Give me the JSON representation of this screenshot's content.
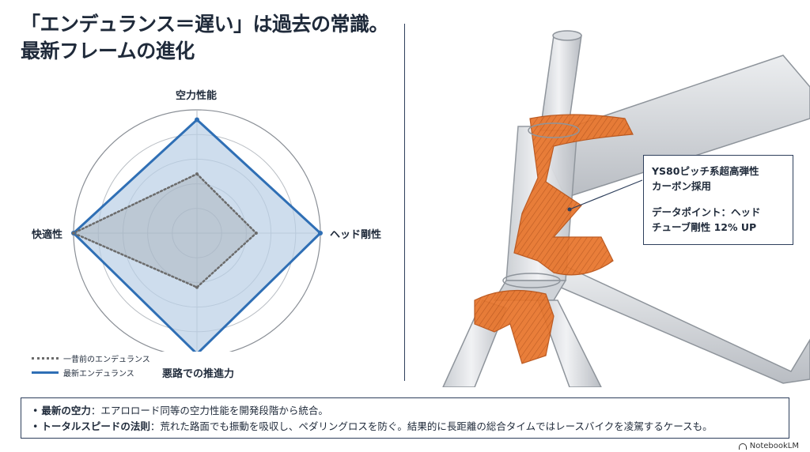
{
  "title": {
    "line1": "「エンデュランス＝遅い」は過去の常識。",
    "line2": "最新フレームの進化"
  },
  "chart_data": {
    "type": "radar",
    "axes": [
      "空力性能",
      "ヘッド剛性",
      "悪路での推進力",
      "快適性"
    ],
    "range": [
      0,
      5
    ],
    "grid_rings": 5,
    "series": [
      {
        "name": "一昔前のエンデュランス",
        "values": [
          2.4,
          2.4,
          2.2,
          5.0
        ],
        "style": "dotted",
        "color": "#6b6b6b"
      },
      {
        "name": "最新エンデュランス",
        "values": [
          4.6,
          5.0,
          4.9,
          5.0
        ],
        "style": "solid",
        "color": "#2f6fb5"
      }
    ]
  },
  "callout": {
    "line1": "YS80ピッチ系超高弾性",
    "line2": "カーボン採用",
    "line3": "データポイント：ヘッド",
    "line4": "チューブ剛性 12% UP"
  },
  "notes": [
    {
      "bullet": "•",
      "label": "最新の空力",
      "sep": "：",
      "text": "エアロロード同等の空力性能を開発段階から統合。"
    },
    {
      "bullet": "•",
      "label": "トータルスピードの法則",
      "sep": "：",
      "text": "荒れた路面でも振動を吸収し、ペダリングロスを防ぐ。結果的に長距離の総合タイムではレースバイクを凌駕するケースも。"
    }
  ],
  "brand": "NotebookLM",
  "colors": {
    "accent": "#2f6fb5",
    "fill": "#b9cfe6",
    "carbon": "#e8742a",
    "ink": "#1f2a3a"
  }
}
